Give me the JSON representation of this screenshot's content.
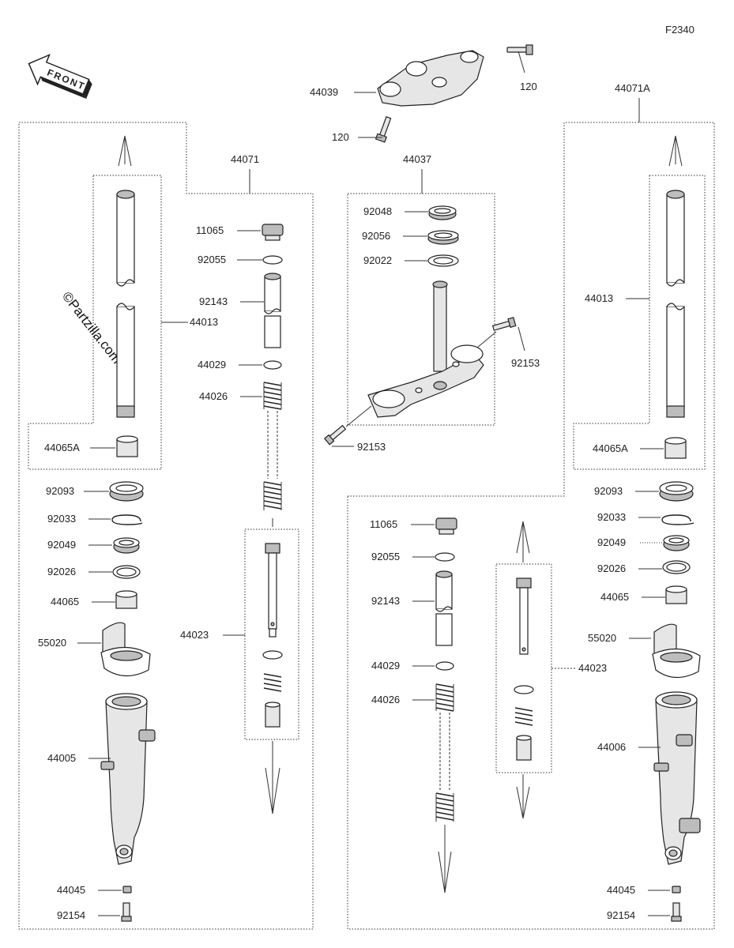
{
  "figure_code": "F2340",
  "front_label": "FRONT",
  "watermark": "©Partzilla.com",
  "labels": {
    "upper_bracket": "44039",
    "upper_bolt_right": "120",
    "upper_bolt_left": "120",
    "left_fork_assy": "44071",
    "right_fork_assy": "44071A",
    "stem_assy": "44037",
    "stem_seal_1": "92048",
    "stem_seal_2": "92056",
    "stem_seal_3": "92022",
    "stem_bolt_right": "92153",
    "stem_bolt_left": "92153",
    "l_plug": "11065",
    "l_oring": "92055",
    "l_collar": "92143",
    "l_washer": "44029",
    "l_spring": "44026",
    "l_inner_tube": "44013",
    "l_guide_bush": "44065A",
    "l_oil_seal": "92093",
    "l_circlip": "92033",
    "l_dust_seal": "92049",
    "l_washer_2": "92026",
    "l_slide_bush": "44065",
    "l_cover": "55020",
    "l_cylinder": "44023",
    "l_outer_tube": "44005",
    "l_gasket": "44045",
    "l_bolt": "92154",
    "r_inner_tube": "44013",
    "r_guide_bush": "44065A",
    "r_oil_seal": "92093",
    "r_circlip": "92033",
    "r_dust_seal": "92049",
    "r_washer_2": "92026",
    "r_slide_bush": "44065",
    "r_cover": "55020",
    "r_plug": "11065",
    "r_oring": "92055",
    "r_collar": "92143",
    "r_washer": "44029",
    "r_spring": "44026",
    "r_cylinder": "44023",
    "r_outer_tube": "44006",
    "r_gasket": "44045",
    "r_bolt": "92154"
  }
}
